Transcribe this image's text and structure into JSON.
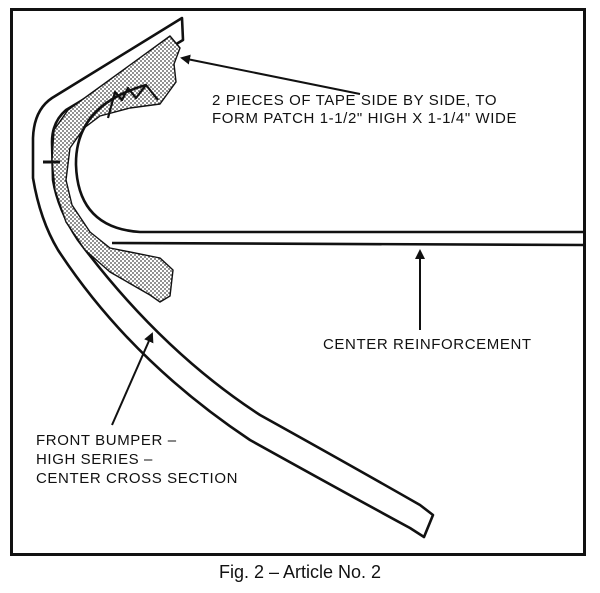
{
  "labels": {
    "tape": {
      "line1": "2 PIECES OF TAPE SIDE BY SIDE, TO",
      "line2": "FORM PATCH 1-1/2\" HIGH X 1-1/4\" WIDE"
    },
    "reinforcement": "CENTER REINFORCEMENT",
    "bumper": {
      "line1": "FRONT BUMPER –",
      "line2": "HIGH SERIES –",
      "line3": "CENTER CROSS SECTION"
    }
  },
  "caption": "Fig. 2 – Article No. 2",
  "colors": {
    "ink": "#111111",
    "tape_fill": "#c8c8c8"
  }
}
